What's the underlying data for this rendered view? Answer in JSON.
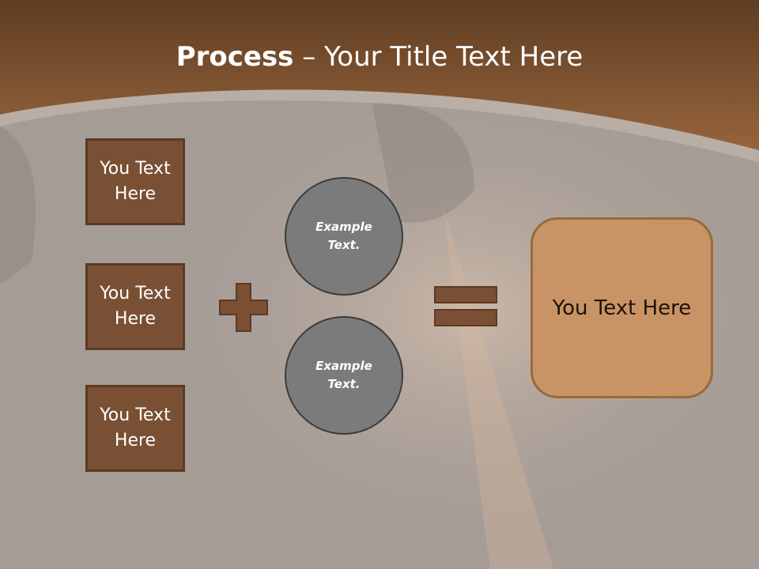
{
  "slide": {
    "title_bold": "Process",
    "title_rest": " – Your Title Text Here",
    "left_boxes": [
      {
        "label": "You Text Here"
      },
      {
        "label": "You Text Here"
      },
      {
        "label": "You Text Here"
      }
    ],
    "circles": [
      {
        "label": "Example Text."
      },
      {
        "label": "Example Text."
      }
    ],
    "result_label": "You Text Here",
    "operators": {
      "plus": "plus-icon",
      "equals": "equals-icon"
    },
    "colors": {
      "header": "#7e5230",
      "box_fill": "#7a5034",
      "circle_fill": "#7b7b7b",
      "result_fill": "#c99465"
    }
  }
}
